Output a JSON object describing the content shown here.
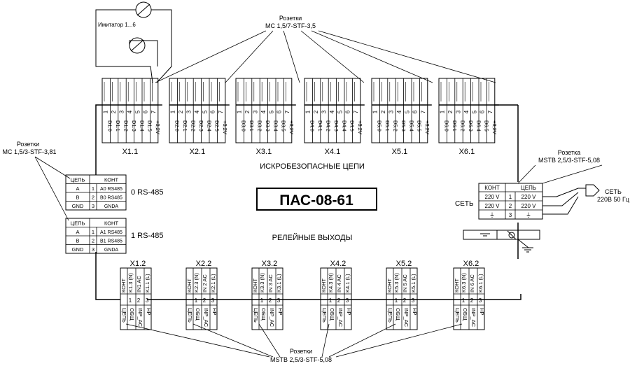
{
  "title": "ПАС-08-61",
  "section_labels": {
    "intrinsic": "ИСКРОБЕЗОПАСНЫЕ ЦЕПИ",
    "relay": "РЕЛЕЙНЫЕ ВЫХОДЫ"
  },
  "notes": {
    "top_line1": "Розетки",
    "top_line2": "MC 1,5/7-STF-3,5",
    "left_line1": "Розетки",
    "left_line2": "MC 1,5/3-STF-3,81",
    "right_line1": "Розетка",
    "right_line2": "MSTB 2,5/3-STF-5,08",
    "bottom_line1": "Розетки",
    "bottom_line2": "MSTB 2,5/3-STF-5,08",
    "imitator": "Имитатор 1...6"
  },
  "top_connectors": [
    {
      "name": "X1.1",
      "pins": [
        "1",
        "2",
        "3",
        "4",
        "5",
        "6",
        "7"
      ],
      "signals": [
        "D1.0",
        "D1.1",
        "D1.2",
        "D1.3",
        "D1.4",
        "D1.5",
        "+8,2V"
      ]
    },
    {
      "name": "X2.1",
      "pins": [
        "1",
        "2",
        "3",
        "4",
        "5",
        "6",
        "7"
      ],
      "signals": [
        "D2.0",
        "D2.1",
        "D2.2",
        "D2.3",
        "D2.4",
        "D2.5",
        "+8,2V"
      ]
    },
    {
      "name": "X3.1",
      "pins": [
        "1",
        "2",
        "3",
        "4",
        "5",
        "6",
        "7"
      ],
      "signals": [
        "D3.0",
        "D3.1",
        "D3.2",
        "D3.3",
        "D3.4",
        "D3.5",
        "+8,2V"
      ]
    },
    {
      "name": "X4.1",
      "pins": [
        "1",
        "2",
        "3",
        "4",
        "5",
        "6",
        "7"
      ],
      "signals": [
        "D4.0",
        "D4.1",
        "D4.2",
        "D4.3",
        "D4.4",
        "D4.5",
        "+8,2V"
      ]
    },
    {
      "name": "X5.1",
      "pins": [
        "1",
        "2",
        "3",
        "4",
        "5",
        "6",
        "7"
      ],
      "signals": [
        "D5.0",
        "D5.1",
        "D5.2",
        "D5.3",
        "D5.4",
        "D5.5",
        "+8,2V"
      ]
    },
    {
      "name": "X6.1",
      "pins": [
        "1",
        "2",
        "3",
        "4",
        "5",
        "6",
        "7"
      ],
      "signals": [
        "D6.0",
        "D6.1",
        "D6.2",
        "D6.3",
        "D6.4",
        "D6.5",
        "+8,2V"
      ]
    }
  ],
  "bottom_connectors": [
    {
      "name": "X1.2",
      "kont": "КОНТ",
      "tsep": "ЦЕПЬ",
      "pins": [
        "1",
        "2",
        "3"
      ],
      "contacts": [
        "K1.3 (N)",
        "IN1 AC",
        "K1.1 (L)"
      ],
      "circuits": [
        "ОБЩ",
        "INP_AC",
        "НР"
      ]
    },
    {
      "name": "X2.2",
      "kont": "КОНТ",
      "tsep": "ЦЕПЬ",
      "pins": [
        "1",
        "2",
        "3"
      ],
      "contacts": [
        "K2.3 (N)",
        "IN 2 AC",
        "K2.1 (L)"
      ],
      "circuits": [
        "ОБЩ",
        "INP_AC",
        "НР"
      ]
    },
    {
      "name": "X3.2",
      "kont": "КОНТ",
      "tsep": "ЦЕПЬ",
      "pins": [
        "1",
        "2",
        "3"
      ],
      "contacts": [
        "K3.3 (N)",
        "IN 3 AC",
        "K3.1 (L)"
      ],
      "circuits": [
        "ОБЩ",
        "INP_AC",
        "НР"
      ]
    },
    {
      "name": "X4.2",
      "kont": "КОНТ",
      "tsep": "ЦЕПЬ",
      "pins": [
        "1",
        "2",
        "3"
      ],
      "contacts": [
        "K4.3 (N)",
        "IN 4 AC",
        "K4.1 (L)"
      ],
      "circuits": [
        "ОБЩ",
        "INP_AC",
        "НР"
      ]
    },
    {
      "name": "X5.2",
      "kont": "КОНТ",
      "tsep": "ЦЕПЬ",
      "pins": [
        "1",
        "2",
        "3"
      ],
      "contacts": [
        "K5.3 (N)",
        "IN 5 AC",
        "K5.1 (L)"
      ],
      "circuits": [
        "ОБЩ",
        "INP_AC",
        "НР"
      ]
    },
    {
      "name": "X6.2",
      "kont": "КОНТ",
      "tsep": "ЦЕПЬ",
      "pins": [
        "1",
        "2",
        "3"
      ],
      "contacts": [
        "K6.3 (N)",
        "IN 6 AC",
        "K6.1 (L)"
      ],
      "circuits": [
        "ОБЩ",
        "INP_AC",
        "НР"
      ]
    }
  ],
  "rs485": [
    {
      "label": "0 RS-485",
      "head": [
        "ЦЕПЬ",
        "",
        "КОНТ"
      ],
      "rows": [
        [
          "A",
          "1",
          "A0 RS485"
        ],
        [
          "B",
          "2",
          "B0 RS485"
        ],
        [
          "GND",
          "3",
          "GNDA"
        ]
      ]
    },
    {
      "label": "1 RS-485",
      "head": [
        "ЦЕПЬ",
        "",
        "КОНТ"
      ],
      "rows": [
        [
          "A",
          "1",
          "A1 RS485"
        ],
        [
          "B",
          "2",
          "B1 RS485"
        ],
        [
          "GND",
          "3",
          "GNDA"
        ]
      ]
    }
  ],
  "mains": {
    "label": "СЕТЬ",
    "head": [
      "КОНТ",
      "",
      "ЦЕПЬ"
    ],
    "rows": [
      [
        "220 V",
        "1",
        "220 V"
      ],
      [
        "220 V",
        "2",
        "220 V"
      ],
      [
        "⏚",
        "3",
        "⏚"
      ]
    ],
    "ext_line1": "СЕТЬ",
    "ext_line2": "220В 50 Гц"
  }
}
